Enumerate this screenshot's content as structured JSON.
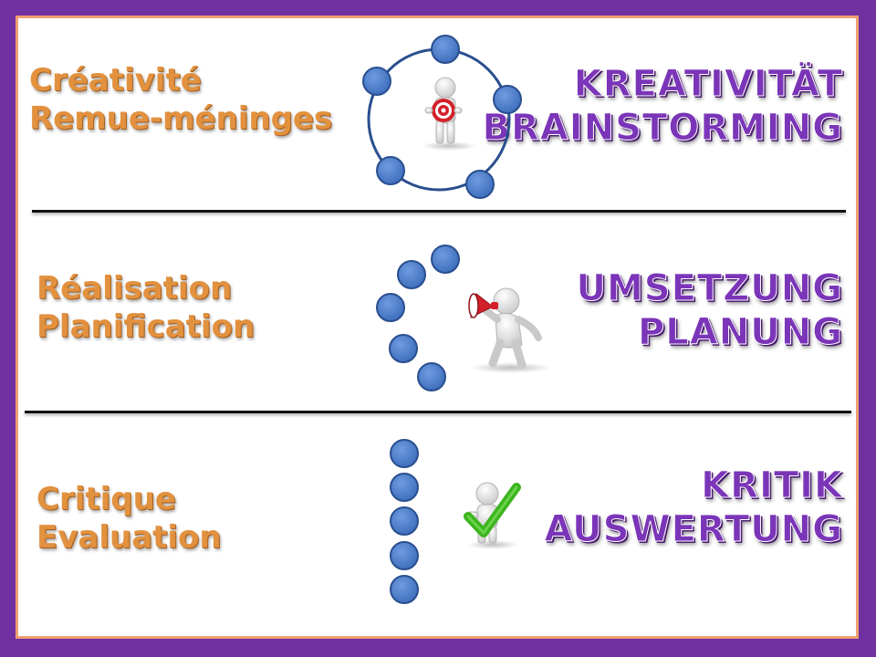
{
  "rows": [
    {
      "fr": [
        "Créativité",
        "Remue-méninges"
      ],
      "de": [
        "Kreativität",
        "Brainstorming"
      ],
      "figure_icon": "person-with-target-icon",
      "circle_arrangement": "ring"
    },
    {
      "fr": [
        "Réalisation",
        "Planification"
      ],
      "de": [
        "Umsetzung",
        "Planung"
      ],
      "figure_icon": "person-with-megaphone-icon",
      "circle_arrangement": "arc"
    },
    {
      "fr": [
        "Critique",
        "Evaluation"
      ],
      "de": [
        "Kritik",
        "Auswertung"
      ],
      "figure_icon": "person-with-checkmark-icon",
      "circle_arrangement": "column"
    }
  ],
  "colors": {
    "background": "#7030a0",
    "panel_border": "#f0a070",
    "french_text": "#e2913f",
    "german_text": "#7b35b8",
    "circle_fill": "#4f7ec9",
    "circle_stroke": "#2a4f8f",
    "check": "#3cb41e",
    "target_red": "#d3202a"
  }
}
